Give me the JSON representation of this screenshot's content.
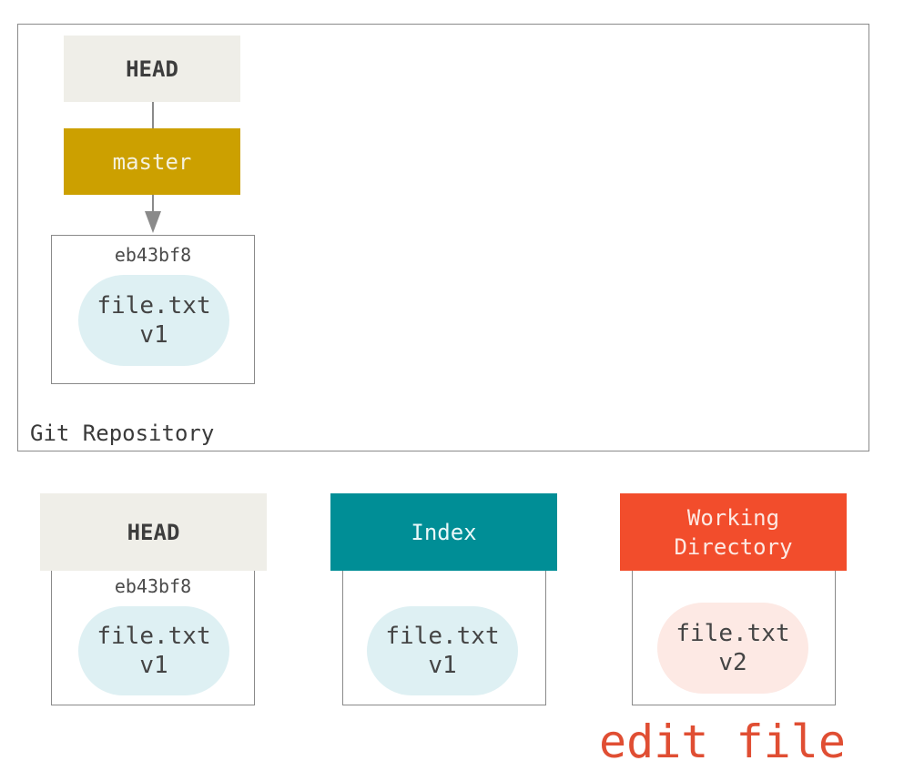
{
  "repository": {
    "label": "Git Repository",
    "head_label": "HEAD",
    "branch_label": "master",
    "commit": {
      "hash": "eb43bf8",
      "file_name": "file.txt",
      "file_version": "v1"
    }
  },
  "trees": [
    {
      "title": "HEAD",
      "hash": "eb43bf8",
      "file_name": "file.txt",
      "file_version": "v1"
    },
    {
      "title": "Index",
      "file_name": "file.txt",
      "file_version": "v1"
    },
    {
      "title": "Working\nDirectory",
      "file_name": "file.txt",
      "file_version": "v2"
    }
  ],
  "action_label": "edit file",
  "colors": {
    "head": "#efeee8",
    "master": "#cca000",
    "index": "#008e96",
    "working_directory": "#f24d2c",
    "blob_unchanged": "#def0f3",
    "blob_modified": "#fde9e4",
    "action_text": "#e04e33"
  }
}
